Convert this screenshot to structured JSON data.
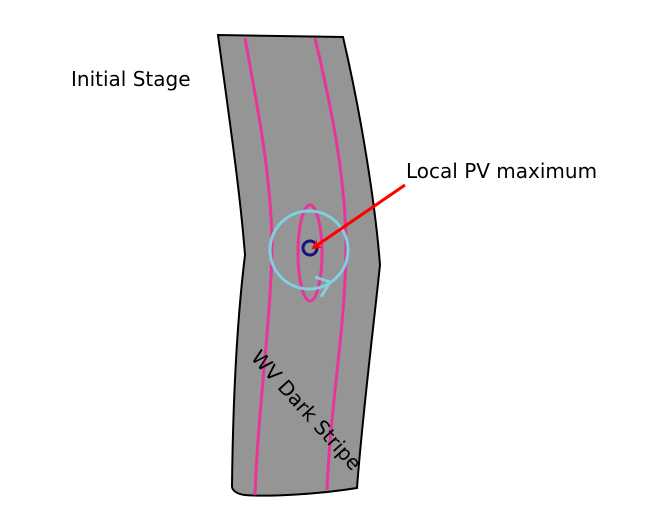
{
  "labels": {
    "stage": "Initial Stage",
    "pv_max": "Local PV maximum",
    "stripe": "WV Dark Stripe"
  },
  "colors": {
    "band": "#959595",
    "contour": "#e8359a",
    "circulation": "#7fd0e0",
    "center": "#1a1080",
    "arrow": "#ff0000"
  }
}
